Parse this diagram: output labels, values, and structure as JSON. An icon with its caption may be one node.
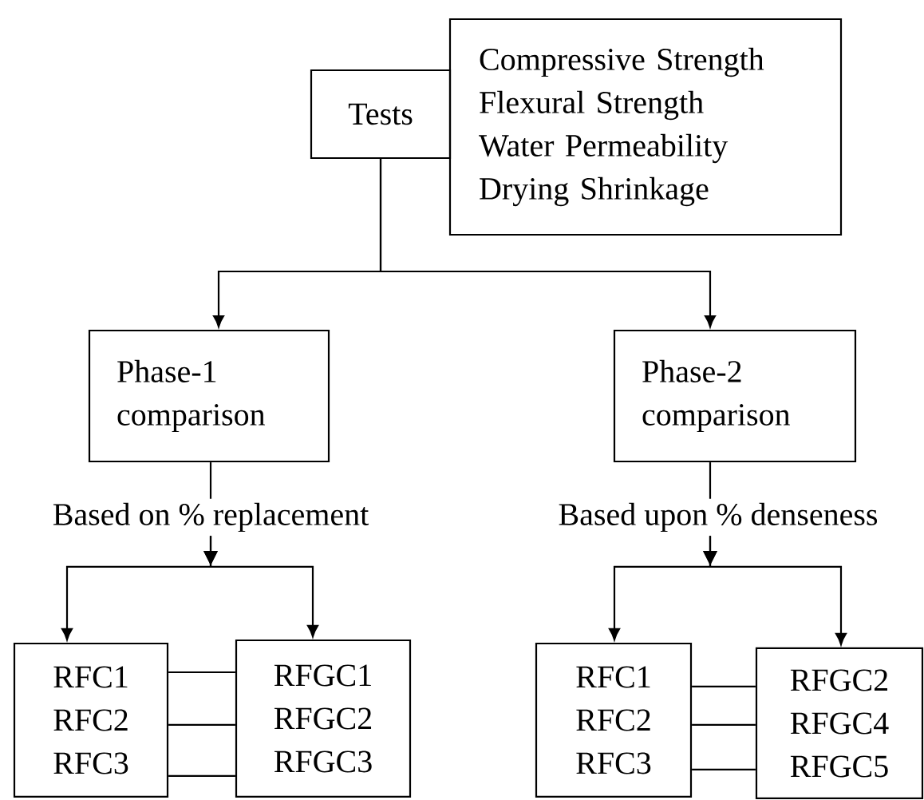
{
  "diagram": {
    "nodes": [
      {
        "text": [
          "Tests"
        ]
      },
      {
        "text": [
          "Compressive Strength",
          "Flexural Strength",
          "Water Permeability",
          "Drying Shrinkage"
        ]
      },
      {
        "text": [
          "Phase-1 comparison"
        ]
      },
      {
        "text": [
          "Phase-2 comparison"
        ]
      },
      {
        "text": [
          "Based on % replacement"
        ]
      },
      {
        "text": [
          "Based upon % denseness"
        ]
      },
      {
        "text": [
          "RFC1",
          "RFC2",
          "RFC3"
        ]
      },
      {
        "text": [
          "RFGC1",
          "RFGC2",
          "RFGC3"
        ]
      },
      {
        "text": [
          "RFC1",
          "RFC2",
          "RFC3"
        ]
      },
      {
        "text": [
          "RFGC2",
          "RFGC4",
          "RFGC5"
        ]
      }
    ],
    "edges": [
      {
        "from": 0,
        "to": 2,
        "arrow": "to"
      },
      {
        "from": 0,
        "to": 3,
        "arrow": "to"
      },
      {
        "from": 2,
        "to": 4,
        "arrow": "none"
      },
      {
        "from": 3,
        "to": 5,
        "arrow": "none"
      },
      {
        "from": 4,
        "to": 6,
        "arrow": "to"
      },
      {
        "from": 4,
        "to": 7,
        "arrow": "to"
      },
      {
        "from": 5,
        "to": 8,
        "arrow": "to"
      },
      {
        "from": 5,
        "to": 9,
        "arrow": "to"
      },
      {
        "from": 6,
        "to": 7,
        "arrow": "none"
      },
      {
        "from": 6,
        "to": 7,
        "arrow": "none"
      },
      {
        "from": 6,
        "to": 7,
        "arrow": "none"
      },
      {
        "from": 8,
        "to": 9,
        "arrow": "none"
      },
      {
        "from": 8,
        "to": 9,
        "arrow": "none"
      },
      {
        "from": 8,
        "to": 9,
        "arrow": "none"
      }
    ]
  }
}
